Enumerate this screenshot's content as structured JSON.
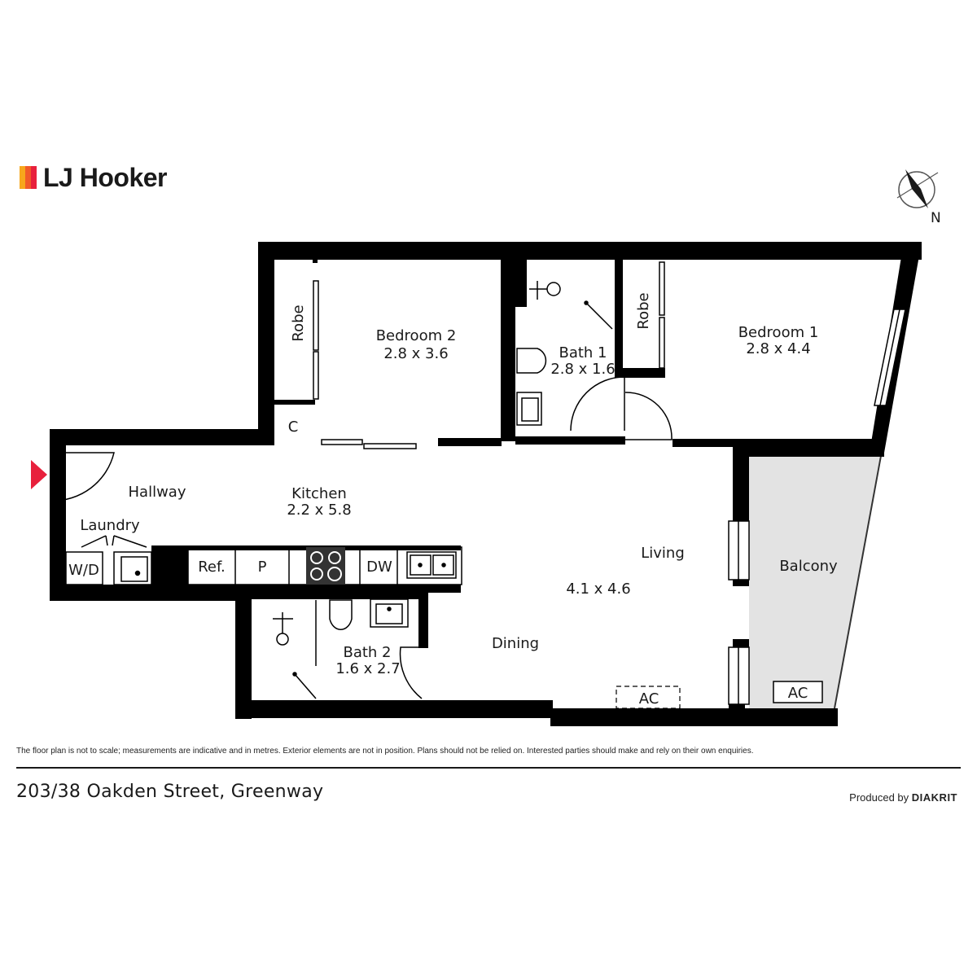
{
  "brand": {
    "name": "LJ Hooker",
    "bar_colors": [
      "#f7a71c",
      "#f15a29",
      "#e8203c"
    ]
  },
  "compass": {
    "label": "N"
  },
  "entry_marker_color": "#e8203c",
  "rooms": {
    "robe_2": "Robe",
    "bedroom_2": {
      "name": "Bedroom 2",
      "size": "2.8 x 3.6"
    },
    "cupboard": "C",
    "bath_1": {
      "name": "Bath 1",
      "size": "2.8 x 1.6"
    },
    "robe_1": "Robe",
    "bedroom_1": {
      "name": "Bedroom 1",
      "size": "2.8 x 4.4"
    },
    "hallway": "Hallway",
    "kitchen": {
      "name": "Kitchen",
      "size": "2.2 x 5.8"
    },
    "laundry": "Laundry",
    "washer_dryer": "W/D",
    "fridge": "Ref.",
    "pantry": "P",
    "dishwasher": "DW",
    "living": {
      "name": "Living",
      "size": "4.1 x 4.6"
    },
    "dining": "Dining",
    "bath_2": {
      "name": "Bath 2",
      "size": "1.6 x 2.7"
    },
    "balcony": "Balcony",
    "ac_living": "AC",
    "ac_balcony": "AC"
  },
  "disclaimer": "The floor plan is not to scale; measurements are indicative and in metres. Exterior elements are not in position. Plans should not be relied on. Interested parties should make and rely on their own enquiries.",
  "address": "203/38 Oakden Street, Greenway",
  "producer": {
    "prefix": "Produced by",
    "name": "DIAKRIT"
  },
  "colors": {
    "wall": "#000000",
    "balcony": "#e3e3e3"
  }
}
